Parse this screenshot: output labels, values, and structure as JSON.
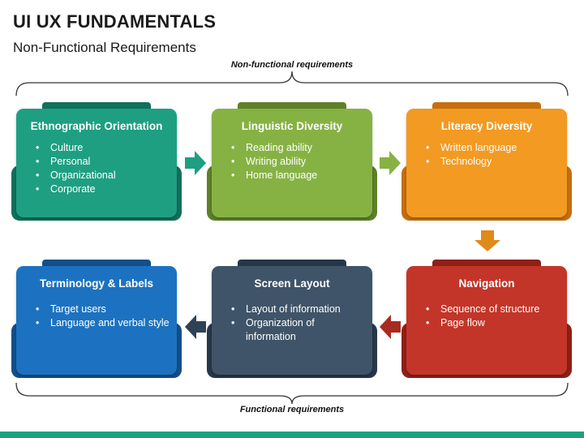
{
  "header": {
    "title": "UI UX FUNDAMENTALS",
    "subtitle": "Non-Functional Requirements"
  },
  "braces": {
    "top_label": "Non-functional requirements",
    "bottom_label": "Functional requirements"
  },
  "cards": [
    {
      "title": "Ethnographic Orientation",
      "items": [
        "Culture",
        "Personal",
        "Organizational",
        "Corporate"
      ],
      "color": "#1e9f82",
      "dark": "#12705b"
    },
    {
      "title": "Linguistic Diversity",
      "items": [
        "Reading ability",
        "Writing ability",
        "Home language"
      ],
      "color": "#86b244",
      "dark": "#5d8129"
    },
    {
      "title": "Literacy Diversity",
      "items": [
        "Written language",
        "Technology"
      ],
      "color": "#f29a22",
      "dark": "#c66f0f"
    },
    {
      "title": "Navigation",
      "items": [
        "Sequence of structure",
        "Page flow"
      ],
      "color": "#c33528",
      "dark": "#8e2018"
    },
    {
      "title": "Screen Layout",
      "items": [
        "Layout of information",
        "Organization of information"
      ],
      "color": "#3f5468",
      "dark": "#27374a"
    },
    {
      "title": "Terminology & Labels",
      "items": [
        "Target users",
        "Language and verbal style"
      ],
      "color": "#1c72c0",
      "dark": "#134f8a"
    }
  ],
  "arrows": [
    {
      "from": "Ethnographic Orientation",
      "to": "Linguistic Diversity",
      "direction": "right",
      "color": "#1e9f82"
    },
    {
      "from": "Linguistic Diversity",
      "to": "Literacy Diversity",
      "direction": "right",
      "color": "#86b244"
    },
    {
      "from": "Literacy Diversity",
      "to": "Navigation",
      "direction": "down",
      "color": "#e08a1a"
    },
    {
      "from": "Navigation",
      "to": "Screen Layout",
      "direction": "left",
      "color": "#a82b20"
    },
    {
      "from": "Screen Layout",
      "to": "Terminology & Labels",
      "direction": "left",
      "color": "#2f4255"
    }
  ],
  "accent": "#1aa380"
}
